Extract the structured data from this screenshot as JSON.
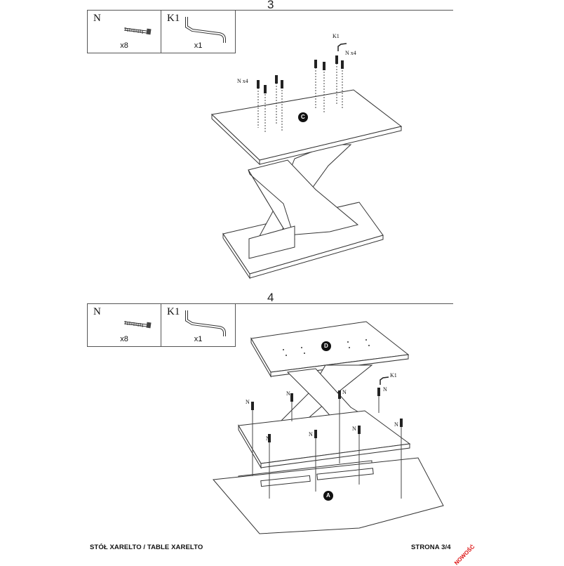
{
  "steps": [
    {
      "number": "3",
      "parts": [
        {
          "code": "N",
          "qty": "x8",
          "icon": "screw-icon"
        },
        {
          "code": "K1",
          "qty": "x1",
          "icon": "allen-key-icon"
        }
      ],
      "labels": {
        "left_screws": "N x4",
        "right_key": "K1",
        "right_screws": "N x4",
        "panel": "C"
      }
    },
    {
      "number": "4",
      "parts": [
        {
          "code": "N",
          "qty": "x8",
          "icon": "screw-icon"
        },
        {
          "code": "K1",
          "qty": "x1",
          "icon": "allen-key-icon"
        }
      ],
      "labels": {
        "panel_top": "D",
        "panel_bottom": "A",
        "key": "K1",
        "screw": "N"
      }
    }
  ],
  "footer": {
    "title": "STÓŁ XARELTO / TABLE XARELTO",
    "page": "STRONA 3/4",
    "badge": "NOWOŚĆ"
  },
  "colors": {
    "line": "#555555",
    "badge": "#dd1111"
  }
}
